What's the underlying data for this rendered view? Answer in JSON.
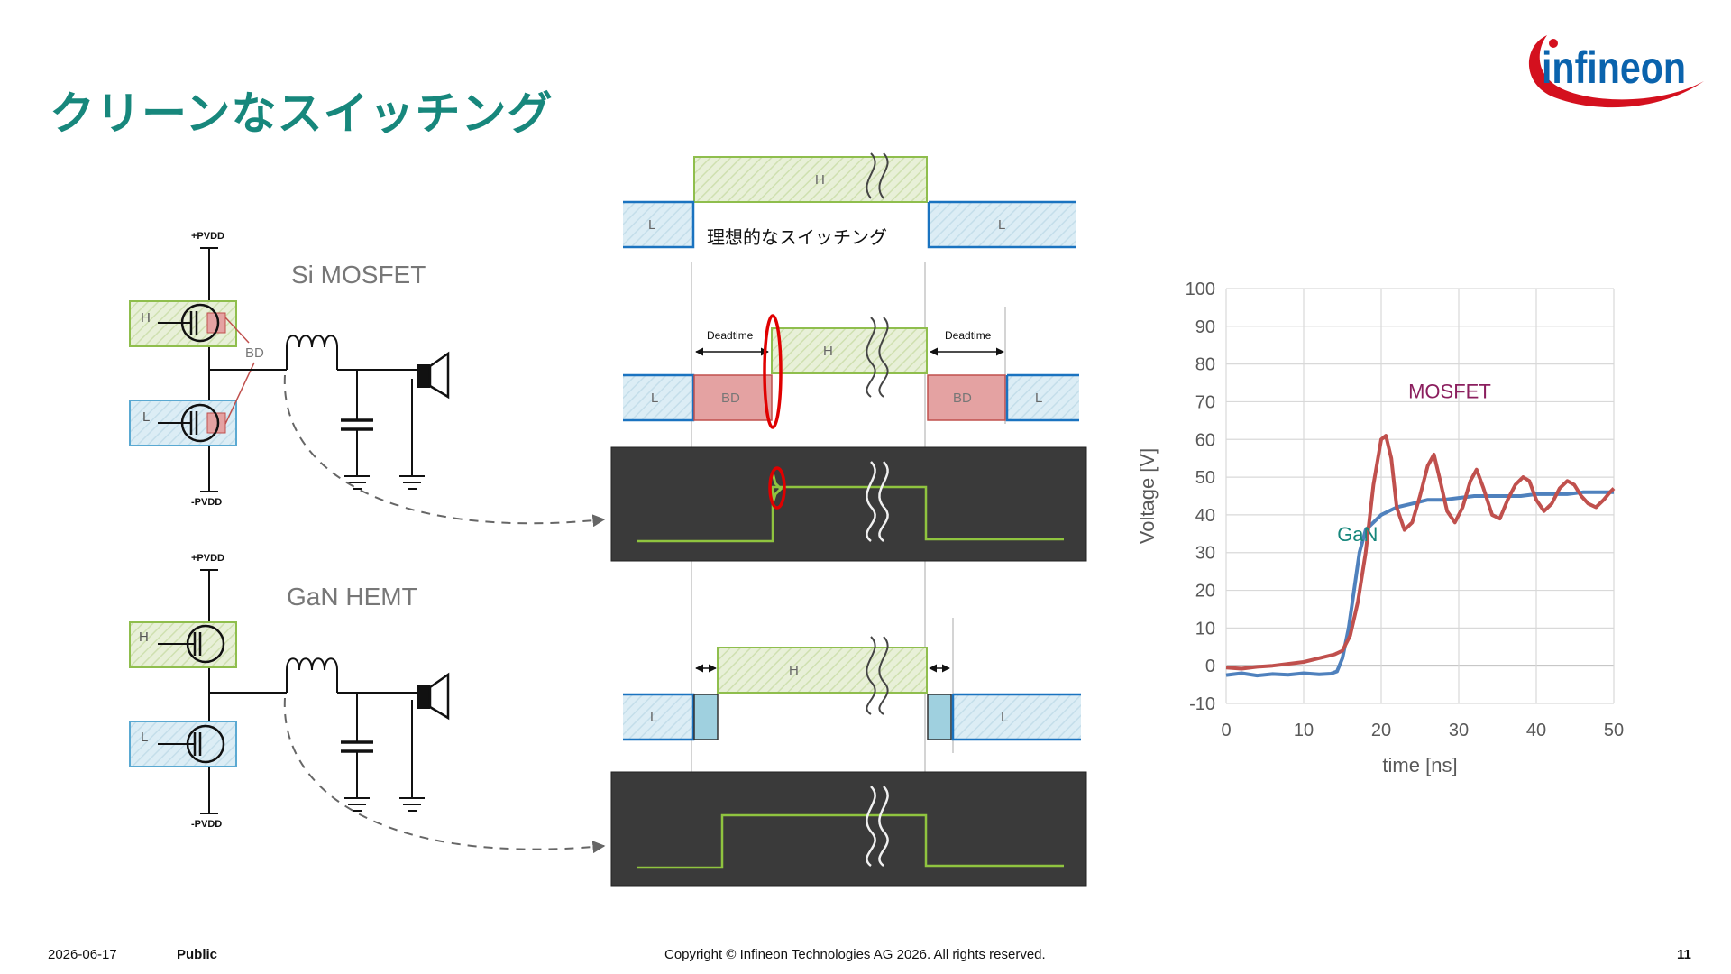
{
  "title": "クリーンなスイッチング",
  "logo": {
    "text": "infineon",
    "brand_color": "#0a63ad",
    "swoosh_color": "#d4101e"
  },
  "labels": {
    "pvdd_pos": "+PVDD",
    "pvdd_neg": "-PVDD",
    "si_mosfet": "Si MOSFET",
    "gan_hemt": "GaN HEMT",
    "h": "H",
    "l": "L",
    "bd": "BD",
    "ideal": "理想的なスイッチング",
    "deadtime": "Deadtime"
  },
  "colors": {
    "teal": "#17877c",
    "high_green": "#8fbe4d",
    "low_blue": "#1a73c0",
    "bd_red": "#e4a2a2",
    "scope_bg": "#3a3a3a",
    "scope_trace": "#8fc43f",
    "mosfet": "#c0504d",
    "gan": "#4f81bd",
    "mosfet_label": "#8b1e5e",
    "gan_label": "#17877c"
  },
  "chart_data": {
    "type": "line",
    "xlabel": "time [ns]",
    "ylabel": "Voltage [V]",
    "xlim": [
      0,
      50
    ],
    "ylim": [
      -10,
      100
    ],
    "xticks": [
      "0",
      "10",
      "20",
      "30",
      "40",
      "50"
    ],
    "yticks": [
      "100",
      "90",
      "80",
      "70",
      "60",
      "50",
      "40",
      "30",
      "20",
      "10",
      "0",
      "-10"
    ],
    "grid": true,
    "series": [
      {
        "name": "MOSFET",
        "x": [
          0,
          2,
          4,
          6,
          8,
          10,
          12,
          14,
          15,
          16,
          17,
          18,
          19,
          20,
          20.6,
          21.3,
          22,
          23,
          24,
          25,
          26,
          26.8,
          27.5,
          28.5,
          29.5,
          30.5,
          31.5,
          32.3,
          33.2,
          34.3,
          35.3,
          36.3,
          37.3,
          38.3,
          39.1,
          40,
          41,
          42,
          43,
          44,
          44.9,
          45.8,
          46.7,
          47.7,
          48.7,
          49.5,
          50
        ],
        "y": [
          -0.5,
          -0.8,
          -0.3,
          0,
          0.5,
          1,
          2,
          3,
          4,
          8,
          17,
          30,
          48,
          60,
          61,
          55,
          42,
          36,
          38,
          45,
          53,
          56,
          50,
          41,
          38,
          42,
          49,
          52,
          47,
          40,
          39,
          44,
          48,
          50,
          49,
          44,
          41,
          43,
          47,
          49,
          48,
          45,
          43,
          42,
          44,
          46,
          47
        ]
      },
      {
        "name": "GaN",
        "x": [
          0,
          2,
          4,
          6,
          8,
          10,
          12,
          13.5,
          14.3,
          15,
          15.8,
          16.5,
          17.2,
          18,
          19,
          20,
          21,
          22,
          24,
          26,
          28,
          30,
          32,
          34,
          36,
          38,
          40,
          42,
          44,
          46,
          48,
          50
        ],
        "y": [
          -2.5,
          -2,
          -2.6,
          -2.2,
          -2.4,
          -2,
          -2.3,
          -2.1,
          -1.5,
          2,
          10,
          20,
          30,
          36,
          38,
          40,
          41,
          42,
          43,
          44,
          44,
          44.5,
          45,
          45,
          45,
          45,
          45.5,
          45.5,
          45.5,
          46,
          46,
          46
        ]
      }
    ],
    "annotations": [
      {
        "text": "MOSFET",
        "x": 23.5,
        "y": 71
      },
      {
        "text": "GaN",
        "x": 12,
        "y": 33
      }
    ]
  },
  "footer": {
    "date": "2026-06-17",
    "classification": "Public",
    "copyright": "Copyright © Infineon Technologies AG 2026. All rights reserved.",
    "page": "11"
  }
}
